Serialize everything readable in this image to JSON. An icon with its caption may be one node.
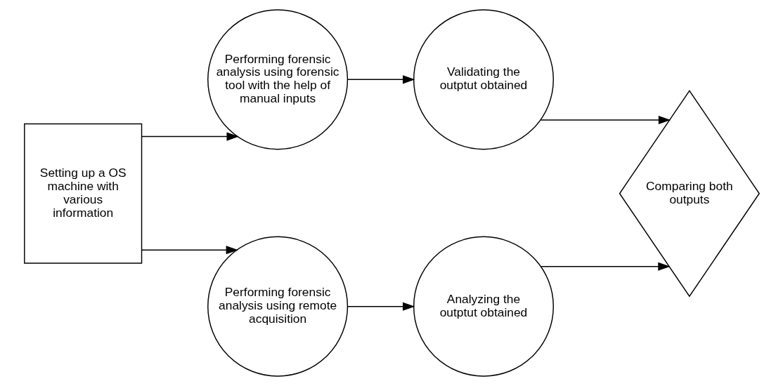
{
  "diagram": {
    "nodes": [
      {
        "text": [
          "Setting up a OS machine with various information"
        ]
      },
      {
        "text": [
          "Performing forensic analysis using forensic tool with the help of manual inputs"
        ]
      },
      {
        "text": [
          "Validating the outptut obtained"
        ]
      },
      {
        "text": [
          "Performing forensic analysis using remote acquisition"
        ]
      },
      {
        "text": [
          "Analyzing the outptut obtained"
        ]
      },
      {
        "text": [
          "Comparing both outputs"
        ]
      }
    ],
    "edges": [
      {
        "from": 0,
        "to": 1,
        "arrow": "to"
      },
      {
        "from": 0,
        "to": 3,
        "arrow": "to"
      },
      {
        "from": 1,
        "to": 2,
        "arrow": "to"
      },
      {
        "from": 3,
        "to": 4,
        "arrow": "to"
      },
      {
        "from": 2,
        "to": 5,
        "arrow": "to"
      },
      {
        "from": 4,
        "to": 5,
        "arrow": "to"
      }
    ]
  }
}
